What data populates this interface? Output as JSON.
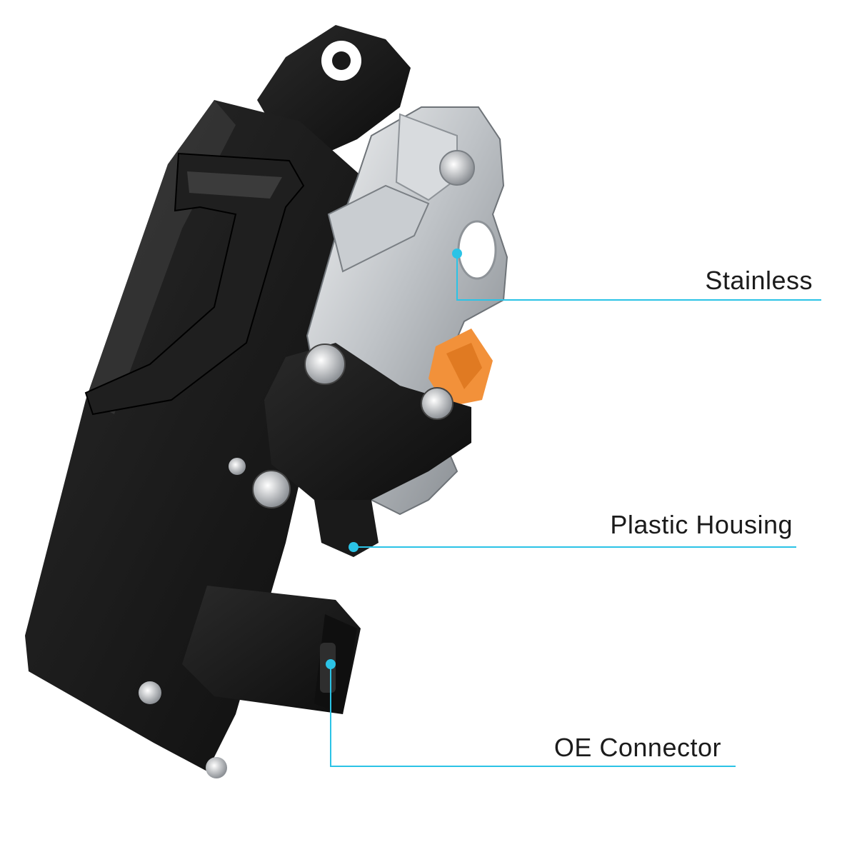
{
  "image": {
    "subject": "door-lock-actuator",
    "background_color": "#ffffff",
    "accent_color": "#2bc3e6"
  },
  "callouts": [
    {
      "id": "stainless",
      "label": "Stainless"
    },
    {
      "id": "plastic-housing",
      "label": "Plastic Housing"
    },
    {
      "id": "oe-connector",
      "label": "OE Connector"
    }
  ]
}
